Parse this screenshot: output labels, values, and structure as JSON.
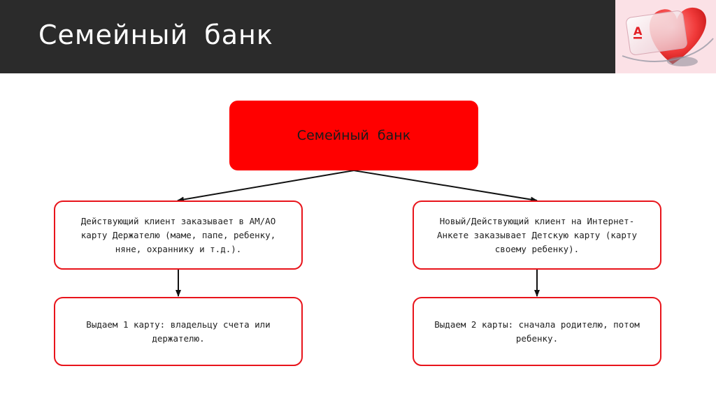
{
  "slide": {
    "title": "Семейный  банк"
  },
  "diagram": {
    "root": {
      "label": "Семейный  банк"
    },
    "left_branch": {
      "step1": "Действующий клиент заказывает в АМ/АО карту Держателю (маме, папе, ребенку, няне, охраннику и т.д.).",
      "step2": "Выдаем 1 карту: владельцу счета или держателю."
    },
    "right_branch": {
      "step1": "Новый/Действующий клиент на Интернет-Анкете заказывает Детскую карту (карту своему ребенку).",
      "step2": "Выдаем 2 карты: сначала родителю, потом ребенку."
    }
  },
  "colors": {
    "header_bg": "#2b2b2b",
    "root_fill": "#ff0000",
    "box_border": "#e8141b",
    "logo_red": "#e31e24"
  },
  "icons": {
    "logo": "alfa-bank-heart-logo-icon"
  }
}
